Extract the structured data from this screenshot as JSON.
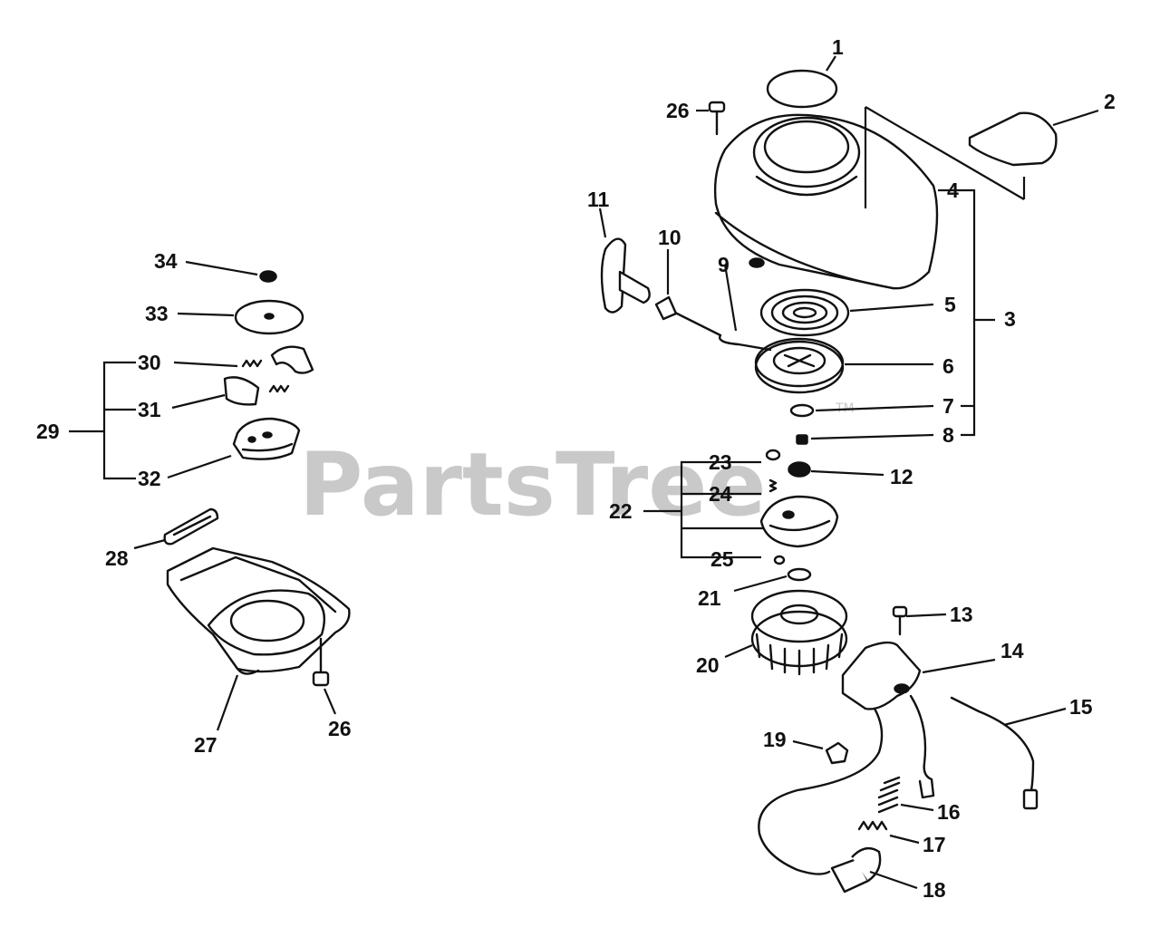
{
  "watermark": {
    "text": "PartsTree",
    "tm": "TM"
  },
  "callouts": {
    "c1": "1",
    "c2": "2",
    "c3": "3",
    "c4": "4",
    "c5": "5",
    "c6": "6",
    "c7": "7",
    "c8": "8",
    "c9": "9",
    "c10": "10",
    "c11": "11",
    "c12": "12",
    "c13": "13",
    "c14": "14",
    "c15": "15",
    "c16": "16",
    "c17": "17",
    "c18": "18",
    "c19": "19",
    "c20": "20",
    "c21": "21",
    "c22": "22",
    "c23": "23",
    "c24": "24",
    "c25": "25",
    "c26a": "26",
    "c26b": "26",
    "c27": "27",
    "c28": "28",
    "c29": "29",
    "c30": "30",
    "c31": "31",
    "c32": "32",
    "c33": "33",
    "c34": "34"
  }
}
